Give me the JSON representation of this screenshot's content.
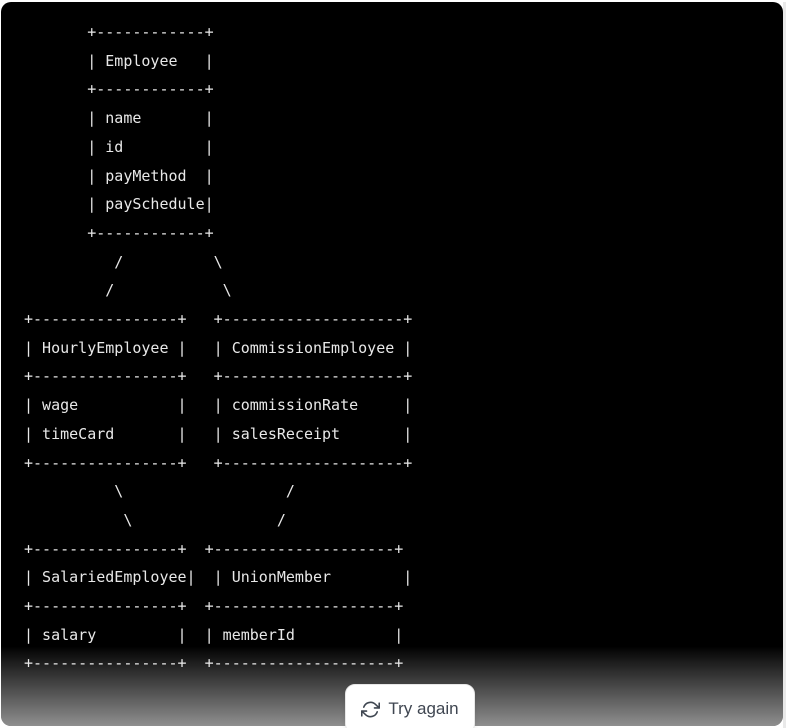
{
  "code_block": {
    "background": "#000000",
    "text_color": "#e8e8e8",
    "ascii_lines": [
      "       +------------+",
      "       | Employee   |",
      "       +------------+",
      "       | name       |",
      "       | id         |",
      "       | payMethod  |",
      "       | paySchedule|",
      "       +------------+",
      "          /          \\",
      "         /            \\",
      "+----------------+   +--------------------+",
      "| HourlyEmployee |   | CommissionEmployee |",
      "+----------------+   +--------------------+",
      "| wage           |   | commissionRate     |",
      "| timeCard       |   | salesReceipt       |",
      "+----------------+   +--------------------+",
      "          \\                  /",
      "           \\                /",
      "+----------------+  +--------------------+",
      "| SalariedEmployee|  | UnionMember        |",
      "+----------------+  +--------------------+",
      "| salary         |  | memberId           |",
      "+----------------+  +--------------------+"
    ]
  },
  "diagram": {
    "type": "uml-class-ascii",
    "classes": [
      {
        "name": "Employee",
        "fields": [
          "name",
          "id",
          "payMethod",
          "paySchedule"
        ]
      },
      {
        "name": "HourlyEmployee",
        "fields": [
          "wage",
          "timeCard"
        ]
      },
      {
        "name": "CommissionEmployee",
        "fields": [
          "commissionRate",
          "salesReceipt"
        ]
      },
      {
        "name": "SalariedEmployee",
        "fields": [
          "salary"
        ]
      },
      {
        "name": "UnionMember",
        "fields": [
          "memberId"
        ]
      }
    ]
  },
  "retry": {
    "label": "Try again",
    "icon": "refresh-icon",
    "text_color": "#3f4651",
    "background": "#ffffff"
  }
}
